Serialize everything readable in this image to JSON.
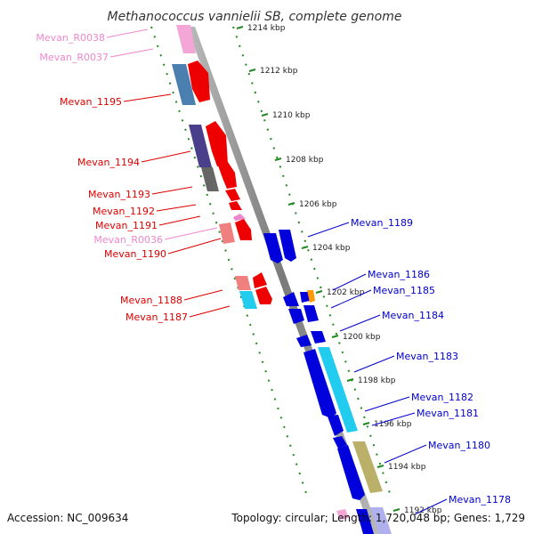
{
  "title": "Methanococcus vannielii SB, complete genome",
  "footer": {
    "accession": "Accession: NC_009634",
    "summary": "Topology: circular; Length: 1,720,048 bp; Genes: 1,729"
  },
  "ruler": {
    "ticks": [
      "1214 kbp",
      "1212 kbp",
      "1210 kbp",
      "1208 kbp",
      "1206 kbp",
      "1204 kbp",
      "1202 kbp",
      "1200 kbp",
      "1198 kbp",
      "1196 kbp",
      "1194 kbp",
      "1192 kbp"
    ]
  },
  "genes_left": [
    {
      "label": "Mevan_R0038",
      "color": "#ee88cc"
    },
    {
      "label": "Mevan_R0037",
      "color": "#ee88cc"
    },
    {
      "label": "Mevan_1195",
      "color": "#dd0000"
    },
    {
      "label": "Mevan_1194",
      "color": "#dd0000"
    },
    {
      "label": "Mevan_1193",
      "color": "#dd0000"
    },
    {
      "label": "Mevan_1192",
      "color": "#dd0000"
    },
    {
      "label": "Mevan_1191",
      "color": "#dd0000"
    },
    {
      "label": "Mevan_R0036",
      "color": "#ee88cc"
    },
    {
      "label": "Mevan_1190",
      "color": "#dd0000"
    },
    {
      "label": "Mevan_1188",
      "color": "#dd0000"
    },
    {
      "label": "Mevan_1187",
      "color": "#dd0000"
    }
  ],
  "genes_right": [
    {
      "label": "Mevan_1189",
      "color": "#0000cc"
    },
    {
      "label": "Mevan_1186",
      "color": "#0000cc"
    },
    {
      "label": "Mevan_1185",
      "color": "#0000cc"
    },
    {
      "label": "Mevan_1184",
      "color": "#0000cc"
    },
    {
      "label": "Mevan_1183",
      "color": "#0000cc"
    },
    {
      "label": "Mevan_1182",
      "color": "#0000cc"
    },
    {
      "label": "Mevan_1181",
      "color": "#0000cc"
    },
    {
      "label": "Mevan_1180",
      "color": "#0000cc"
    },
    {
      "label": "Mevan_1178",
      "color": "#0000cc"
    }
  ]
}
